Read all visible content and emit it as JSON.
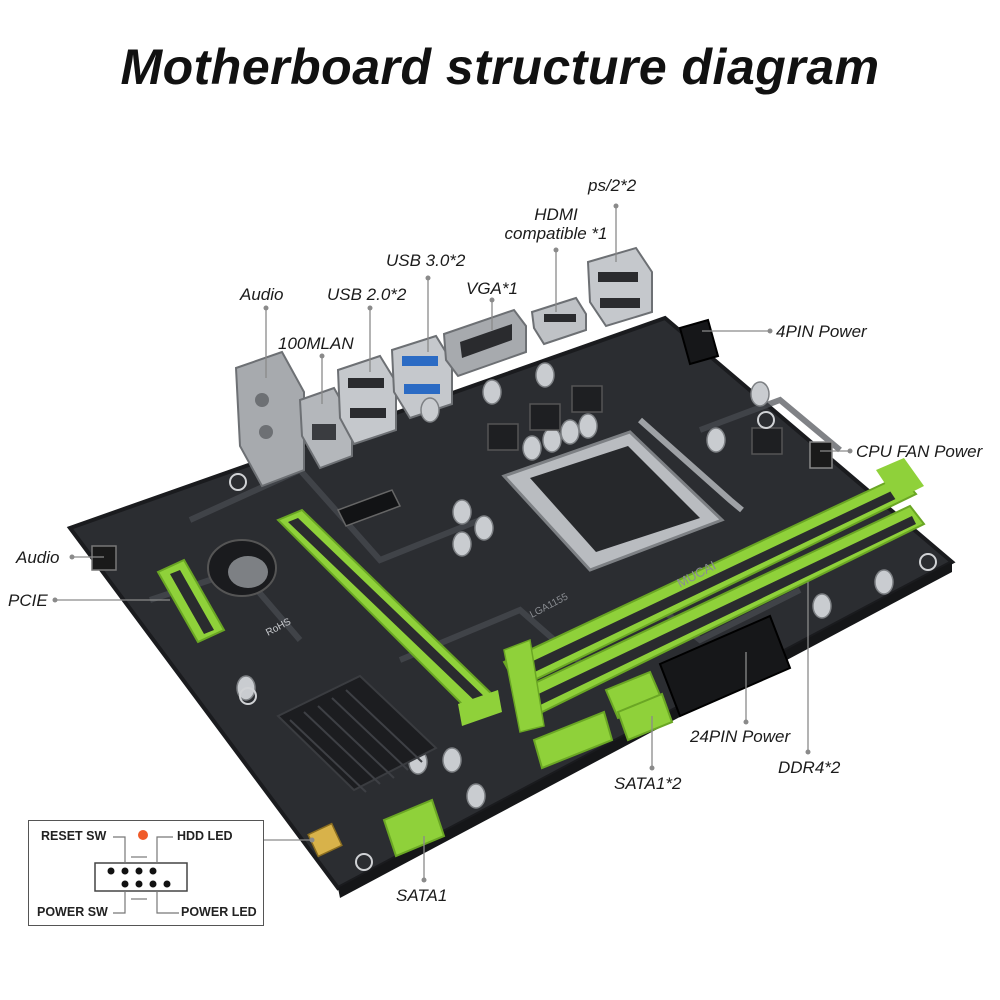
{
  "title": "Motherboard structure diagram",
  "labels": {
    "audio_top": "Audio",
    "usb20": "USB 2.0*2",
    "lan": "100MLAN",
    "usb30": "USB 3.0*2",
    "vga": "VGA*1",
    "hdmi_line1": "HDMI",
    "hdmi_line2": "compatible *1",
    "ps2": "ps/2*2",
    "pin4": "4PIN Power",
    "cpufan": "CPU FAN Power",
    "audio_left": "Audio",
    "pcie": "PCIE",
    "pin24": "24PIN Power",
    "ddr4": "DDR4*2",
    "sata12": "SATA1*2",
    "sata1": "SATA1"
  },
  "board_marks": {
    "brand": "MUCAI",
    "socket": "LGA1155",
    "rohs": "RoHS"
  },
  "front_panel": {
    "reset": "RESET SW",
    "hdd": "HDD LED",
    "power_sw": "POWER SW",
    "power_led": "POWER LED"
  },
  "colors": {
    "board": "#2b2d31",
    "board_edge": "#1a1b1e",
    "slot_green": "#8fd13a",
    "slot_dark": "#6aa624",
    "heatsink": "#1c1d20",
    "metal": "#b9bcc0",
    "led": "#f05a28"
  }
}
